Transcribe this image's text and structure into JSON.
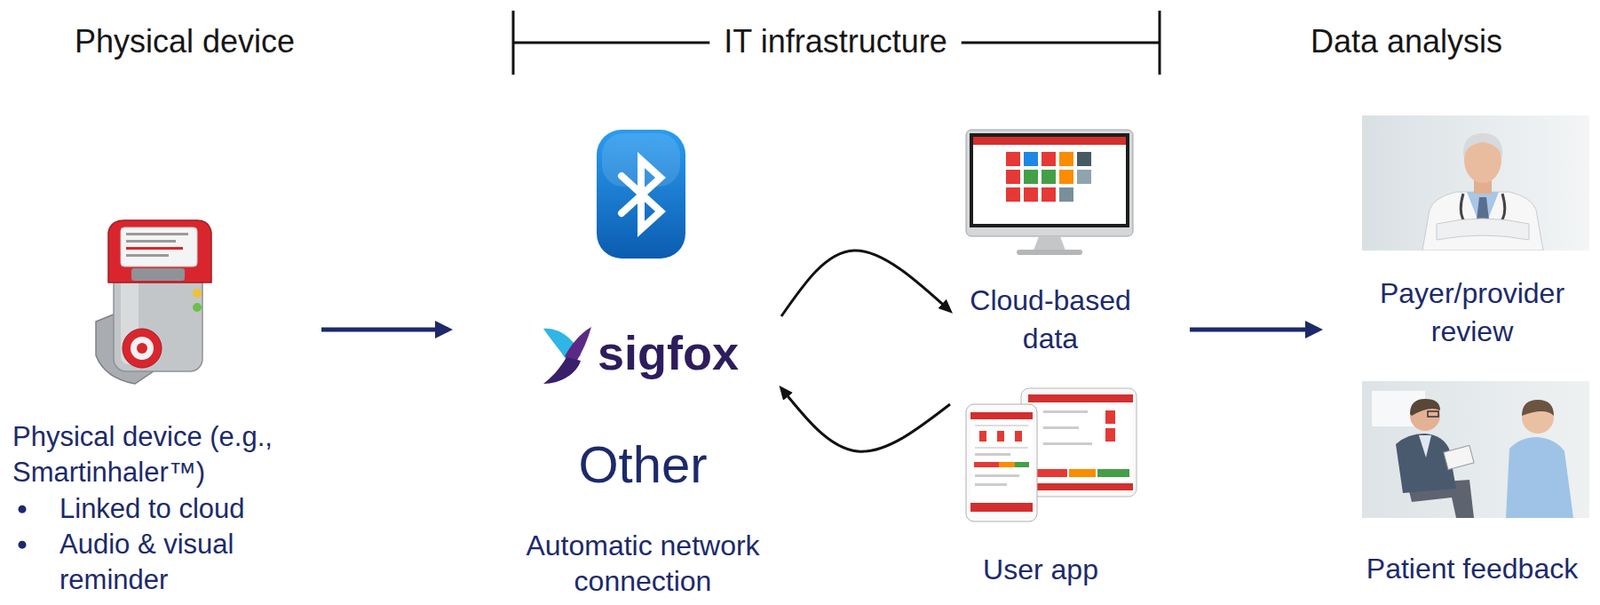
{
  "diagram": {
    "nodes": [
      {
        "text": [
          "Physical device (e.g., Smartinhaler™)",
          "Linked to cloud",
          "Audio & visual reminder"
        ]
      },
      {
        "text": [
          "sigfox",
          "Other",
          "Automatic network connection"
        ]
      },
      {
        "text": [
          "Cloud-based data"
        ]
      },
      {
        "text": [
          "User app"
        ]
      },
      {
        "text": [
          "Payer/provider review"
        ]
      },
      {
        "text": [
          "Patient feedback"
        ]
      }
    ],
    "edges": [
      {
        "from": 0,
        "to": 1,
        "arrow": "to"
      },
      {
        "from": 1,
        "to": 2,
        "arrow": "to"
      },
      {
        "from": 3,
        "to": 1,
        "arrow": "to"
      },
      {
        "from": 2,
        "to": 4,
        "arrow": "to"
      }
    ],
    "labels": [
      "Physical device",
      "IT infrastructure",
      "Data analysis"
    ]
  }
}
